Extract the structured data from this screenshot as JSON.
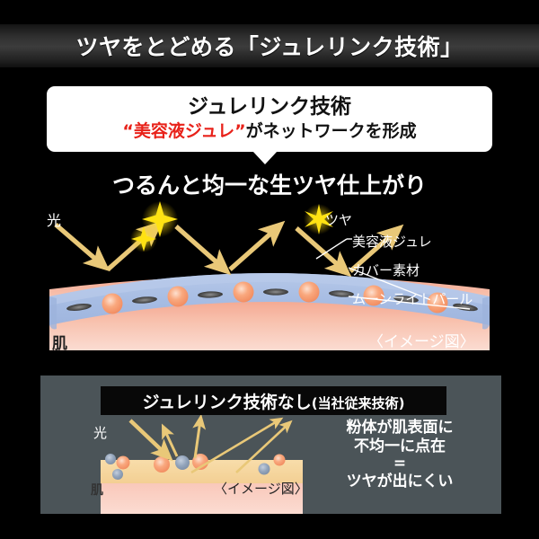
{
  "header": {
    "title": "ツヤをとどめる「ジュレリンク技術」"
  },
  "callout": {
    "line1": "ジュレリンク技術",
    "line2_quote_open": "“",
    "line2_highlight": "美容液ジュレ",
    "line2_quote_close": "”",
    "line2_rest": "がネットワークを形成",
    "highlight_color": "#e8221a"
  },
  "subtitle": {
    "text": "つるんと均一な生ツヤ仕上がり"
  },
  "upper_diagram": {
    "light_label": "光",
    "shine_label": "ツヤ",
    "callouts": [
      {
        "label": "美容液ジュレ"
      },
      {
        "label": "カバー素材"
      },
      {
        "label": "ムーンライトパール"
      }
    ],
    "skin_label": "肌",
    "image_note": "〈イメージ図〉",
    "colors": {
      "arrow": "#e9c878",
      "sparkle": "#ffe213",
      "gel_layer": "#aabfe3",
      "skin_layer": "#f6b9a4",
      "particle": "#f79a6e",
      "pearl": "#5a5a5a"
    }
  },
  "lower_panel": {
    "heading_main": "ジュレリンク技術なし",
    "heading_sub": "(当社従来技術)",
    "light_label": "光",
    "skin_label": "肌",
    "image_note": "〈イメージ図〉",
    "explanation_line1": "粉体が肌表面に",
    "explanation_line2": "不均一に点在",
    "explanation_equals": "=",
    "explanation_line3": "ツヤが出にくい",
    "colors": {
      "panel_bg": "#4b5458",
      "heading_bg": "#080808",
      "powder_layer": "#f6d79f",
      "skin_layer": "#f8c7bb",
      "arrow": "#e9c878",
      "particle_orange": "#f79a6e",
      "particle_blue": "#8fa0b6"
    }
  }
}
